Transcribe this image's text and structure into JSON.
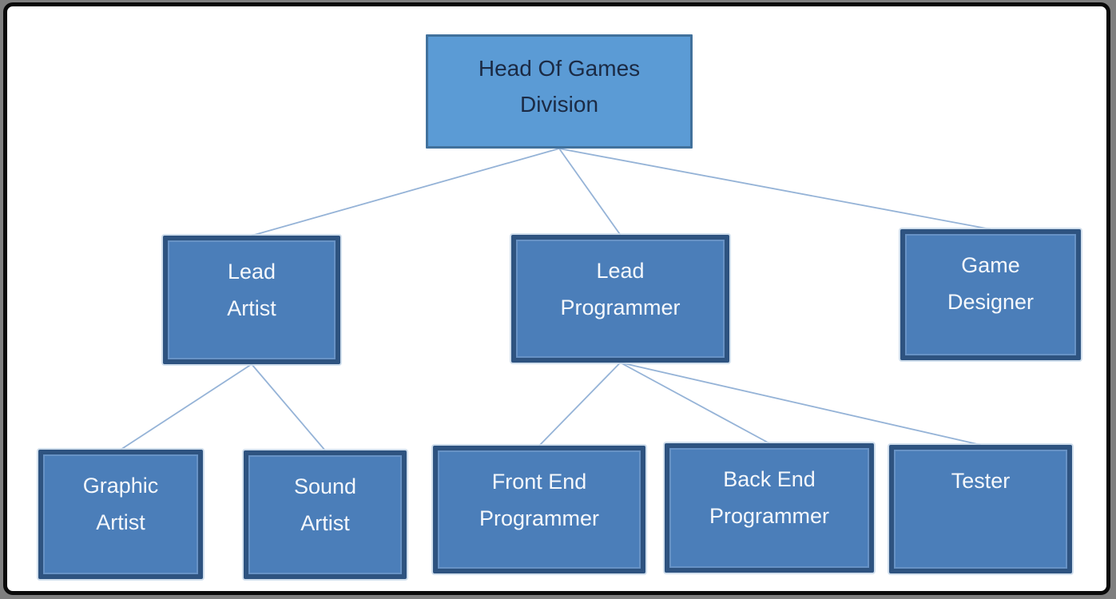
{
  "diagram": {
    "type": "org-chart",
    "nodes": [
      {
        "id": "head",
        "level": 1,
        "label": "Head Of Games Division",
        "lines": [
          "Head Of Games",
          "Division"
        ]
      },
      {
        "id": "lead-artist",
        "level": 2,
        "label": "Lead Artist",
        "lines": [
          "Lead",
          "Artist"
        ]
      },
      {
        "id": "lead-programmer",
        "level": 2,
        "label": "Lead Programmer",
        "lines": [
          "Lead",
          "Programmer"
        ]
      },
      {
        "id": "game-designer",
        "level": 2,
        "label": "Game Designer",
        "lines": [
          "Game",
          "Designer"
        ]
      },
      {
        "id": "graphic-artist",
        "level": 3,
        "label": "Graphic Artist",
        "lines": [
          "Graphic",
          "Artist"
        ]
      },
      {
        "id": "sound-artist",
        "level": 3,
        "label": "Sound Artist",
        "lines": [
          "Sound",
          "Artist"
        ]
      },
      {
        "id": "front-end-programmer",
        "level": 3,
        "label": "Front End Programmer",
        "lines": [
          "Front End",
          "Programmer"
        ]
      },
      {
        "id": "back-end-programmer",
        "level": 3,
        "label": "Back End Programmer",
        "lines": [
          "Back End",
          "Programmer"
        ]
      },
      {
        "id": "tester",
        "level": 3,
        "label": "Tester",
        "lines": [
          "Tester"
        ]
      }
    ],
    "edges": [
      {
        "from": "head",
        "to": "lead-artist"
      },
      {
        "from": "head",
        "to": "lead-programmer"
      },
      {
        "from": "head",
        "to": "game-designer"
      },
      {
        "from": "lead-artist",
        "to": "graphic-artist"
      },
      {
        "from": "lead-artist",
        "to": "sound-artist"
      },
      {
        "from": "lead-programmer",
        "to": "front-end-programmer"
      },
      {
        "from": "lead-programmer",
        "to": "back-end-programmer"
      },
      {
        "from": "lead-programmer",
        "to": "tester"
      }
    ],
    "colors": {
      "root_fill": "#5b9bd5",
      "root_border": "#41719c",
      "root_text": "#1b2a44",
      "node_fill": "#4b7eb9",
      "node_border": "#2e5380",
      "node_text": "#f5f8fc",
      "connector": "#95b3d7",
      "frame": "#0a0a0a",
      "background": "#ffffff",
      "outer_background": "#7f7f7f"
    }
  }
}
